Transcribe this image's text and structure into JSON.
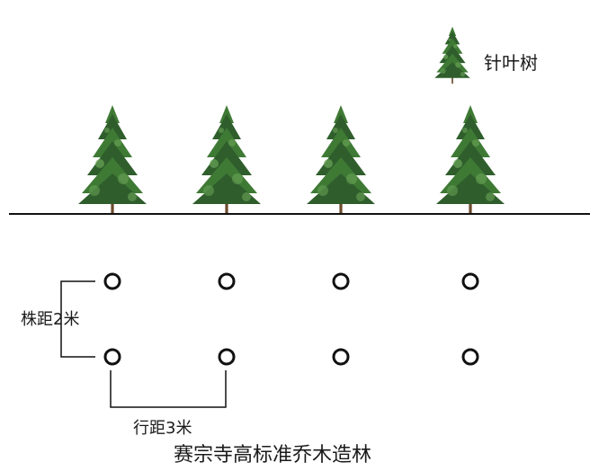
{
  "legend": {
    "label": "针叶树",
    "icon": "conifer-tree-icon"
  },
  "trees": [
    {
      "icon": "conifer-tree-icon"
    },
    {
      "icon": "conifer-tree-icon"
    },
    {
      "icon": "conifer-tree-icon"
    },
    {
      "icon": "conifer-tree-icon"
    }
  ],
  "plan": {
    "rows": 2,
    "columns": 4
  },
  "plant_spacing": {
    "label": "株距2米"
  },
  "row_spacing": {
    "label": "行距3米"
  },
  "caption": "赛宗寺高标准乔木造林",
  "colors": {
    "foliage_dark": "#2f5e2c",
    "foliage_mid": "#3f7a35",
    "foliage_light": "#6aa457",
    "trunk": "#6b4a2b",
    "line": "#111111"
  }
}
